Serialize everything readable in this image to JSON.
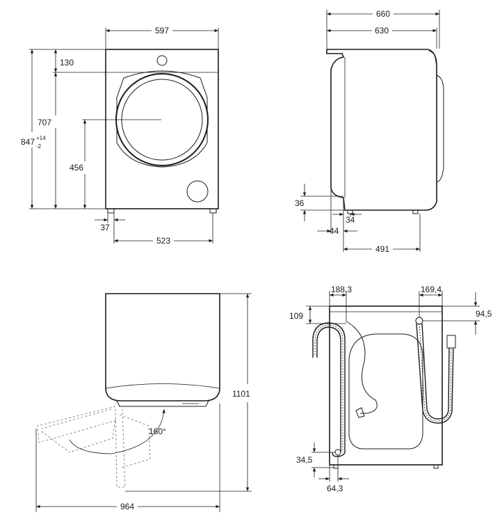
{
  "front": {
    "width": "597",
    "top_panel": "130",
    "door_height": "707",
    "height": "847",
    "height_tol_plus": "+14",
    "height_tol_minus": "-2",
    "drum_center": "456",
    "foot_offset": "37",
    "foot_span": "523"
  },
  "side": {
    "depth_total": "660",
    "depth_body": "630",
    "foot_height": "36",
    "foot_inset": "34",
    "rear_offset": "44",
    "foot_depth": "491"
  },
  "door": {
    "height_total": "1101",
    "depth_open": "964",
    "angle": "160°"
  },
  "rear": {
    "inlet_x": "188,3",
    "drain_x": "169,4",
    "inlet_y": "109",
    "drain_y": "94,5",
    "bottom_hose_y": "34,5",
    "bottom_hose_x": "64,3"
  }
}
